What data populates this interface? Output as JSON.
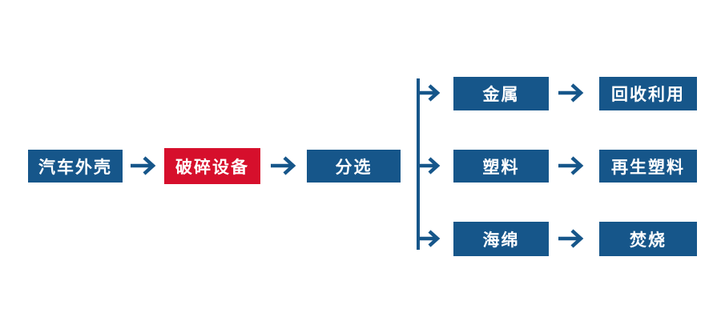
{
  "colors": {
    "node_blue": "#16568A",
    "node_red": "#D60F2C",
    "arrow_blue": "#16568A",
    "label_text": "#FFFFFF",
    "background": "#FFFFFF"
  },
  "flow": {
    "main": [
      {
        "label": "汽车外壳"
      },
      {
        "label": "破碎设备"
      },
      {
        "label": "分选"
      }
    ],
    "branches": [
      {
        "material": "金属",
        "outcome": "回收利用"
      },
      {
        "material": "塑料",
        "outcome": "再生塑料"
      },
      {
        "material": "海绵",
        "outcome": "焚烧"
      }
    ]
  }
}
